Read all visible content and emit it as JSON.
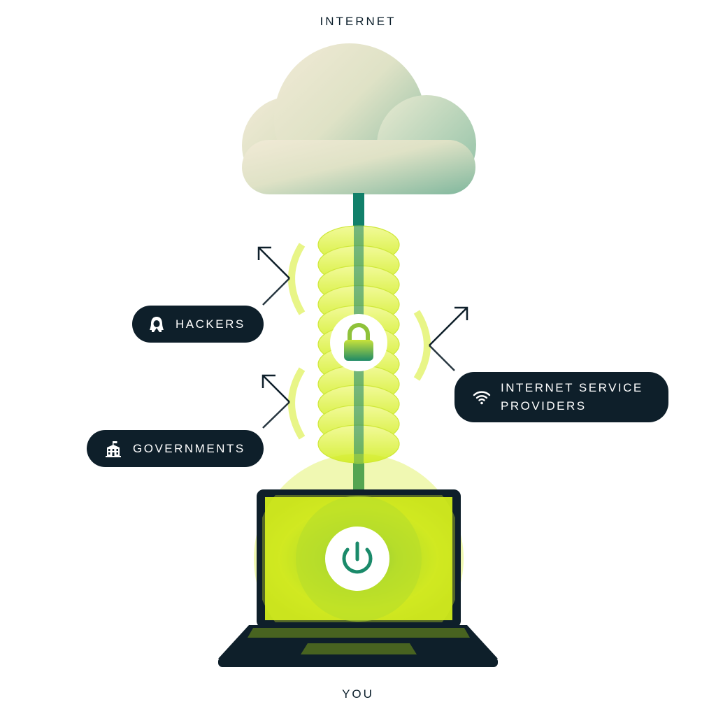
{
  "labels": {
    "top": "INTERNET",
    "bottom": "YOU"
  },
  "threats": [
    {
      "label": "HACKERS",
      "icon": "hacker-icon"
    },
    {
      "label": "GOVERNMENTS",
      "icon": "government-building-icon"
    },
    {
      "label_line1": "INTERNET SERVICE",
      "label_line2": "PROVIDERS",
      "icon": "wifi-icon"
    }
  ],
  "center_icons": {
    "tunnel": "lock-icon",
    "laptop": "power-icon"
  },
  "colors": {
    "pill_bg": "#0e1f2a",
    "line": "#11806a",
    "lime": "#d4ec2a",
    "accent_green": "#1a8a6a"
  }
}
